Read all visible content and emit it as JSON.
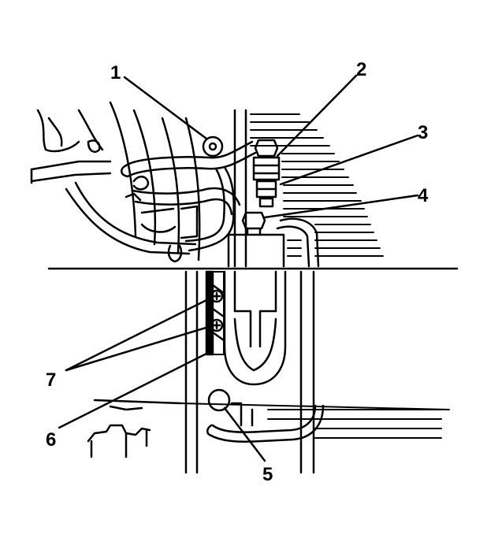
{
  "diagram": {
    "colors": {
      "ink": "#000000",
      "paper": "#ffffff"
    },
    "callouts": [
      {
        "id": "1",
        "text": "1"
      },
      {
        "id": "2",
        "text": "2"
      },
      {
        "id": "3",
        "text": "3"
      },
      {
        "id": "4",
        "text": "4"
      },
      {
        "id": "5",
        "text": "5"
      },
      {
        "id": "6",
        "text": "6"
      },
      {
        "id": "7",
        "text": "7"
      }
    ]
  }
}
